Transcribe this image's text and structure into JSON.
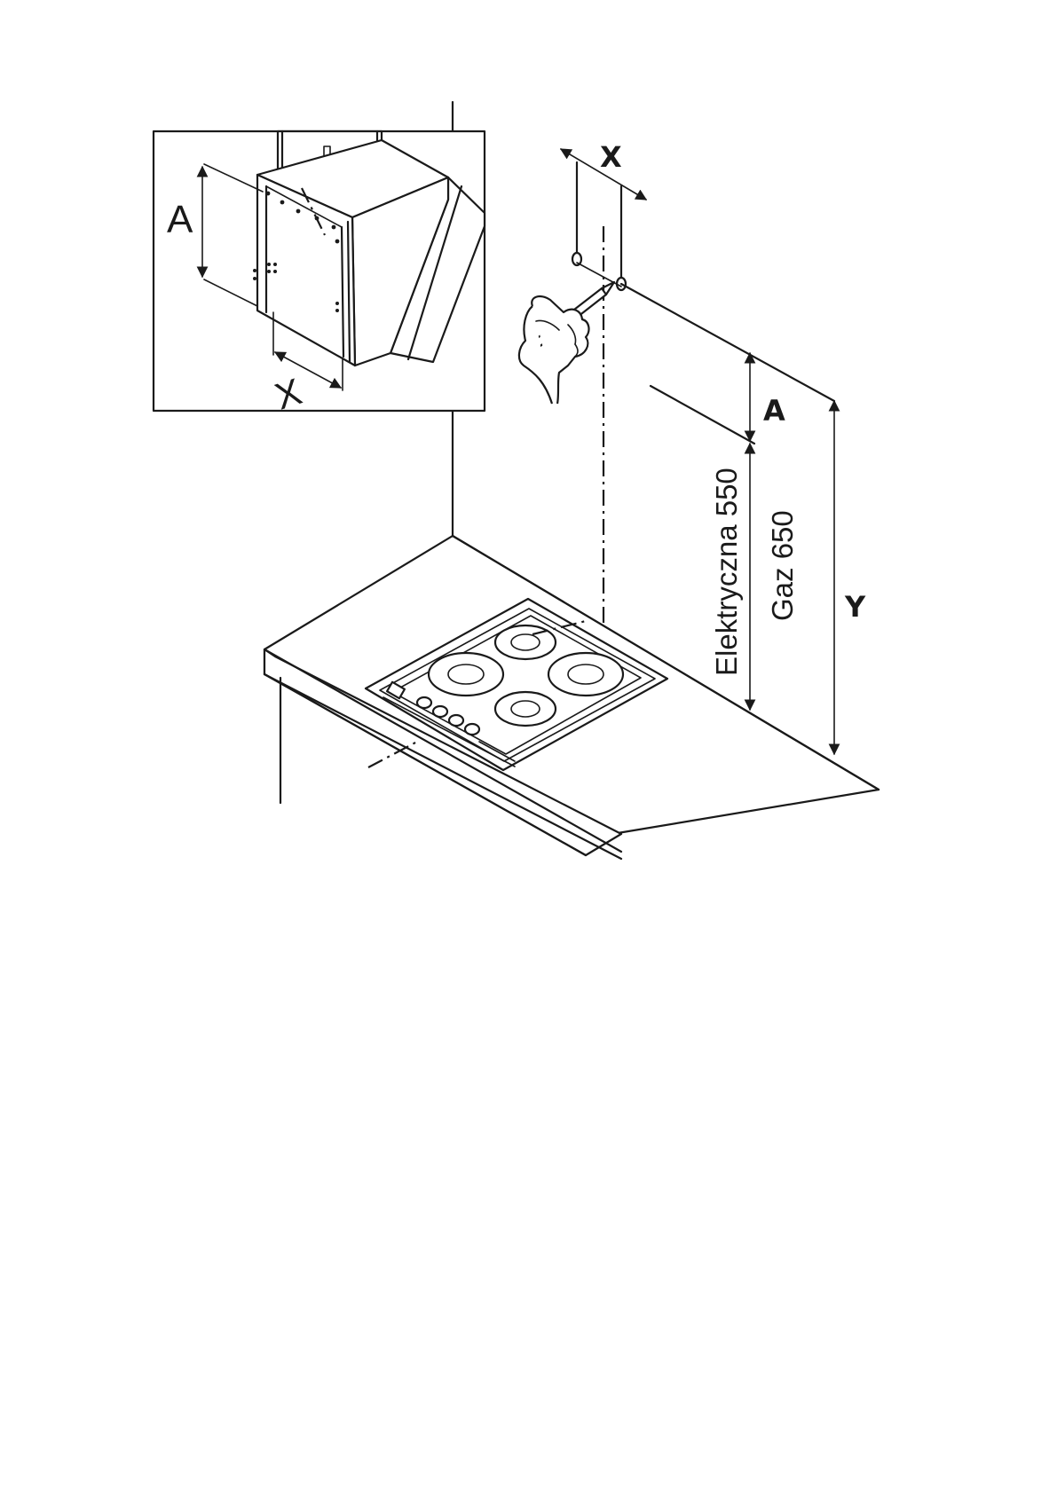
{
  "inset": {
    "label_a": "A",
    "label_x": "X"
  },
  "main": {
    "label_x": "X",
    "label_a": "A",
    "label_y": "Y",
    "label_electric": "Elektryczna 550",
    "label_gas": "Gaz 650"
  },
  "icons": {
    "hand": "hand-with-pencil-icon",
    "hob": "electric-hob-icon"
  }
}
